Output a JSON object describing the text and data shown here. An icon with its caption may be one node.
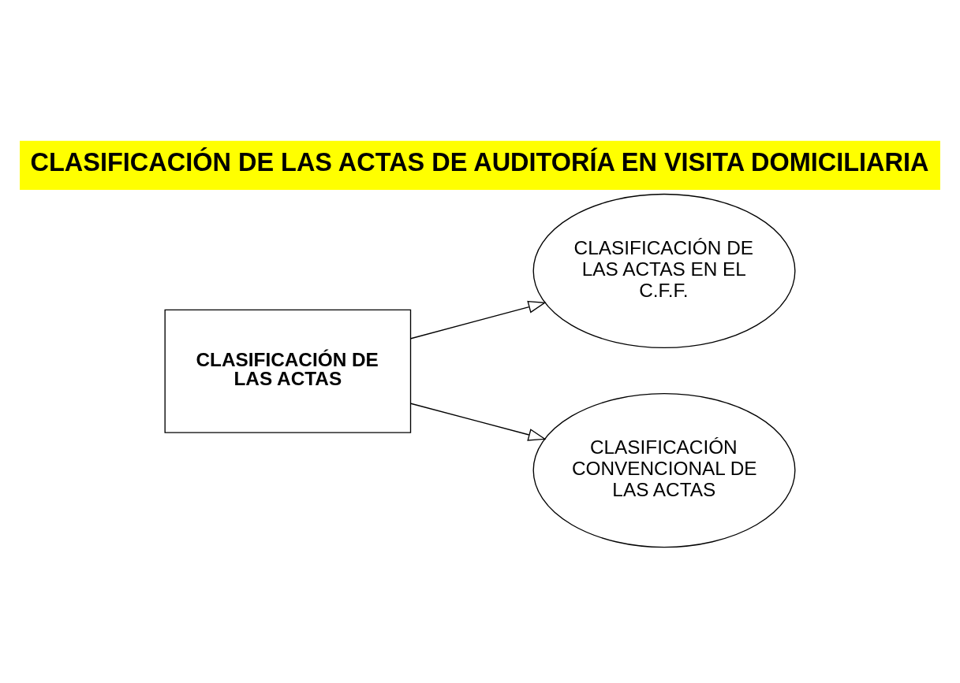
{
  "diagram": {
    "title": "CLASIFICACIÓN DE LAS ACTAS DE AUDITORÍA EN VISITA DOMICILIARIA",
    "nodes": [
      {
        "text": [
          "CLASIFICACIÓN DE LAS ACTAS"
        ]
      },
      {
        "text": [
          "CLASIFICACIÓN DE LAS ACTAS EN EL C.F.F."
        ]
      },
      {
        "text": [
          "CLASIFICACIÓN CONVENCIONAL DE LAS ACTAS"
        ]
      }
    ],
    "edges": [
      {
        "from": 0,
        "to": 1,
        "arrow": "to"
      },
      {
        "from": 0,
        "to": 2,
        "arrow": "to"
      }
    ]
  }
}
